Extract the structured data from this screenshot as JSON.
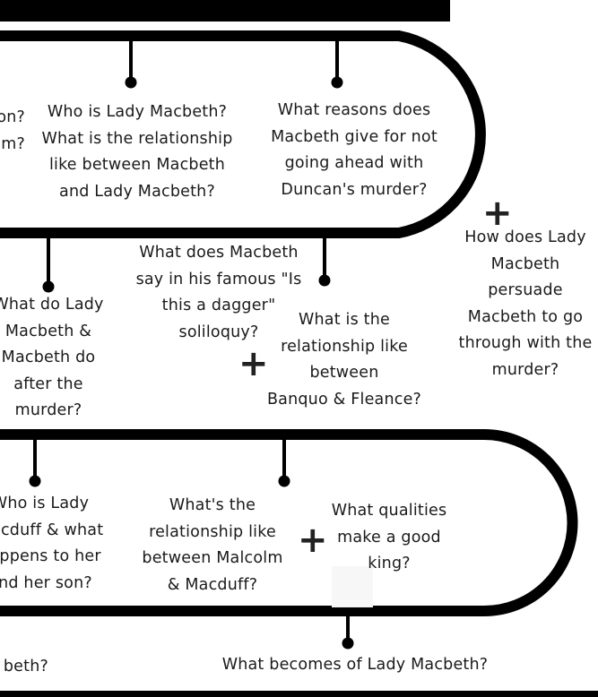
{
  "questions": {
    "q_top_left_fragment": "on?\nm?",
    "q_lady_macbeth": "Who is Lady Macbeth?\nWhat is the relationship\nlike between Macbeth\nand Lady Macbeth?",
    "q_reasons": "What reasons does\nMacbeth give for not\ngoing ahead with\nDuncan's murder?",
    "q_persuade": "How does Lady\nMacbeth\npersuade\nMacbeth to go\nthrough with the\nmurder?",
    "q_dagger": "What does Macbeth\nsay in his famous \"Is\nthis a dagger\"\nsoliloquy?",
    "q_banquo": "What is the\nrelationship like\nbetween\nBanquo & Fleance?",
    "q_after_murder": "What do Lady\nMacbeth &\nMacbeth do\nafter the\nmurder?",
    "q_lady_macduff": "Who is Lady\nMacduff & what\nhappens to her\nand her son?",
    "q_malcolm": "What's the\nrelationship like\nbetween Malcolm\n& Macduff?",
    "q_king": "What qualities\nmake a good\nking?",
    "q_becomes": "What becomes of Lady Macbeth?",
    "q_bottom_left_fragment": "beth?"
  },
  "icons": {
    "plus_1": "plus-icon",
    "plus_2": "plus-icon",
    "plus_3": "plus-icon"
  },
  "colors": {
    "line": "#000000",
    "text": "#1a1a1a"
  }
}
